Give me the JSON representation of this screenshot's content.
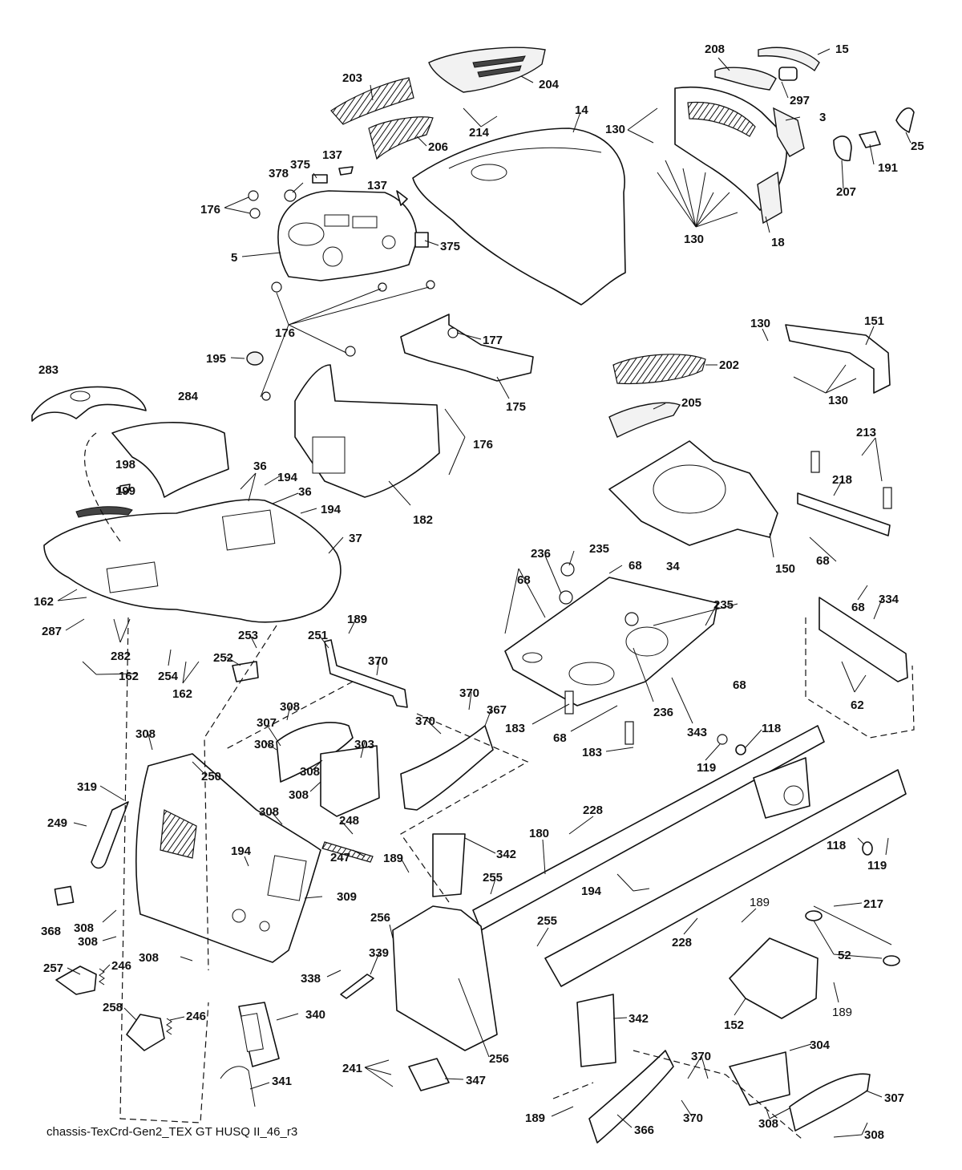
{
  "diagram": {
    "caption": "chassis-TexCrd-Gen2_TEX GT HUSQ II_46_r3",
    "callouts": {
      "c15": "15",
      "c208": "208",
      "c204": "204",
      "c203": "203",
      "c297": "297",
      "c3": "3",
      "c130a": "130",
      "c214": "214",
      "c14": "14",
      "c206": "206",
      "c25": "25",
      "c191": "191",
      "c207": "207",
      "c378": "378",
      "c375a": "375",
      "c137a": "137",
      "c137b": "137",
      "c176a": "176",
      "c5": "5",
      "c375b": "375",
      "c130b": "130",
      "c18": "18",
      "c176b": "176",
      "c177": "177",
      "c130c": "130",
      "c151": "151",
      "c195": "195",
      "c202": "202",
      "c283": "283",
      "c284": "284",
      "c130d": "130",
      "c175": "175",
      "c205": "205",
      "c176c": "176",
      "c198": "198",
      "c199": "199",
      "c36a": "36",
      "c194a": "194",
      "c36b": "36",
      "c194b": "194",
      "c182": "182",
      "c213": "213",
      "c218": "218",
      "c37": "37",
      "c235a": "235",
      "c236a": "236",
      "c68a": "68",
      "c34": "34",
      "c68b": "68",
      "c150": "150",
      "c68c": "68",
      "c235b": "235",
      "c68d": "68",
      "c162a": "162",
      "c287": "287",
      "c282": "282",
      "c162b": "162",
      "c254": "254",
      "c162c": "162",
      "c253": "253",
      "c252": "252",
      "c251": "251",
      "c189a": "189",
      "c370a": "370",
      "c334": "334",
      "c68e": "68",
      "c62": "62",
      "c370b": "370",
      "c367": "367",
      "c308a": "308",
      "c307a": "307",
      "c370c": "370",
      "c183a": "183",
      "c68f": "68",
      "c236b": "236",
      "c343": "343",
      "c308b": "308",
      "c308c": "308",
      "c303": "303",
      "c308d": "308",
      "c308e": "308",
      "c250": "250",
      "c319": "319",
      "c249": "249",
      "c183b": "183",
      "c118a": "118",
      "c119a": "119",
      "c228a": "228",
      "c308f": "308",
      "c248": "248",
      "c180": "180",
      "c342a": "342",
      "c247": "247",
      "c194c": "194",
      "c189b": "189",
      "c255a": "255",
      "c194d": "194",
      "c309": "309",
      "c118b": "118",
      "c119b": "119",
      "c368": "368",
      "c308g": "308",
      "c308h": "308",
      "c256a": "256",
      "c255b": "255",
      "c228b": "228",
      "c189c": "189",
      "c217": "217",
      "c308i": "308",
      "c257": "257",
      "c246a": "246",
      "c339": "339",
      "c52": "52",
      "c338": "338",
      "c189d": "189",
      "c152": "152",
      "c258": "258",
      "c246b": "246",
      "c340": "340",
      "c342b": "342",
      "c304": "304",
      "c256b": "256",
      "c241": "241",
      "c347": "347",
      "c341": "341",
      "c370d": "370",
      "c307b": "307",
      "c189e": "189",
      "c366": "366",
      "c370e": "370",
      "c308j": "308",
      "c308k": "308"
    }
  }
}
